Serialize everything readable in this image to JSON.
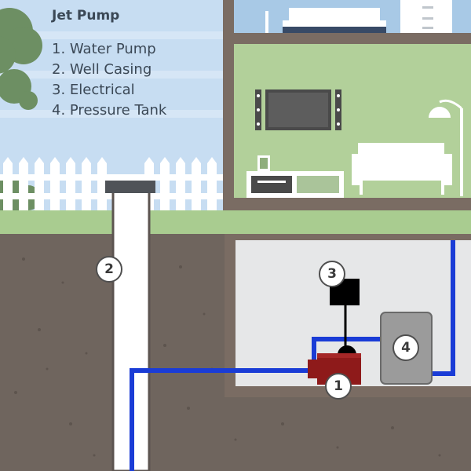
{
  "legend": {
    "title": "Jet Pump",
    "items": [
      "1. Water Pump",
      "2. Well Casing",
      "3. Electrical",
      "4. Pressure Tank"
    ]
  },
  "callouts": {
    "water_pump": "1",
    "well_casing": "2",
    "electrical": "3",
    "pressure_tank": "4"
  },
  "colors": {
    "sky": "#c7ddf2",
    "grass": "#a9cc90",
    "soil": "#6f655e",
    "house_frame": "#7a6c63",
    "living_room": "#b2d09a",
    "bedroom": "#a8c9e6",
    "basement": "#e6e7e8",
    "water_line": "#1a3cd6",
    "pump": "#8e1a1a",
    "tank": "#9b9b9b",
    "casing": "#ffffff"
  }
}
